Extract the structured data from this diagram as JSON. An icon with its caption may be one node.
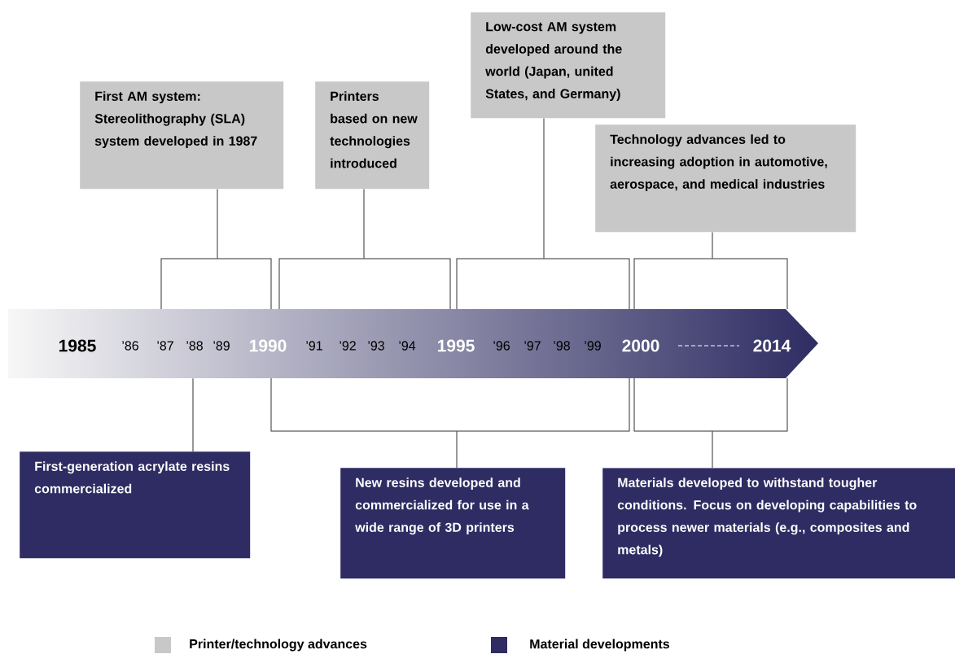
{
  "diagram": {
    "nodes": [
      {
        "text": [
          "First AM system: Stereolithography (SLA) system developed in 1987"
        ]
      },
      {
        "text": [
          "Printers based on new technologies introduced"
        ]
      },
      {
        "text": [
          "Low-cost AM system developed around the world (Japan, united States, and Germany)"
        ]
      },
      {
        "text": [
          "Technology advances led to increasing adoption in automotive, aerospace, and medical industries"
        ]
      },
      {
        "text": [],
        "shape": "bracket"
      },
      {
        "text": [],
        "shape": "bracket"
      },
      {
        "text": [],
        "shape": "bracket"
      },
      {
        "text": [],
        "shape": "bracket"
      },
      {
        "text": [
          "1985",
          "’86",
          "’87",
          "’88",
          "’89",
          "1990",
          "’91",
          "’92",
          "’93",
          "’94",
          "1995",
          "’96",
          "’97",
          "’98",
          "’99",
          "2000",
          "2014"
        ]
      },
      {
        "text": [],
        "shape": "bracket"
      },
      {
        "text": [],
        "shape": "bracket"
      },
      {
        "text": [
          "First-generation acrylate resins commercialized"
        ]
      },
      {
        "text": [
          "New resins developed and commercialized for use in a wide range of 3D printers"
        ]
      },
      {
        "text": [
          "Materials developed to withstand tougher conditions. Focus on developing capabilities to process newer materials (e.g., composites and metals)"
        ]
      }
    ],
    "edges": [
      {
        "from": 0,
        "to": 4,
        "arrow": "none"
      },
      {
        "from": 1,
        "to": 5,
        "arrow": "none"
      },
      {
        "from": 2,
        "to": 6,
        "arrow": "none"
      },
      {
        "from": 3,
        "to": 7,
        "arrow": "none"
      },
      {
        "from": 11,
        "to": 8,
        "arrow": "none"
      },
      {
        "from": 12,
        "to": 9,
        "arrow": "none"
      },
      {
        "from": 13,
        "to": 10,
        "arrow": "none"
      }
    ],
    "legend": [
      {
        "text": "Printer/technology advances",
        "color": "#c8c8c8"
      },
      {
        "text": "Material developments",
        "color": "#2e2c62"
      }
    ]
  }
}
